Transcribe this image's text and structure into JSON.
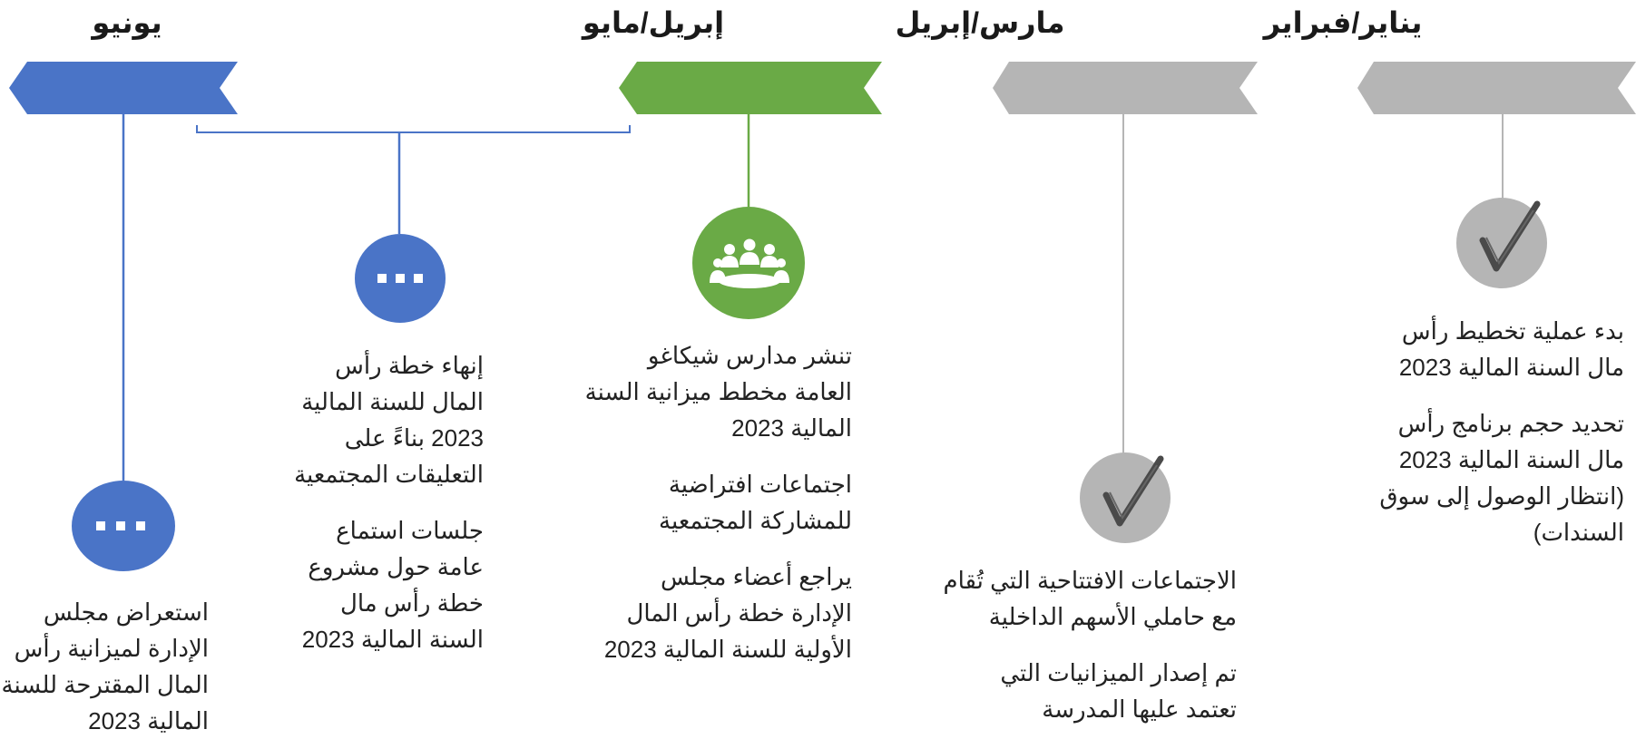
{
  "colors": {
    "gray": "#b5b5b5",
    "green": "#6aaa46",
    "blue": "#4a74c7",
    "check": "#4a4a4a"
  },
  "columns": [
    {
      "title": "يناير/فبراير",
      "color": "gray",
      "icon": "checkmark-icon",
      "items": [
        "بدء عملية تخطيط رأس\nمال السنة المالية 2023",
        "تحديد حجم برنامج رأس\nمال السنة المالية 2023\n(انتظار الوصول إلى سوق\nالسندات)"
      ]
    },
    {
      "title": "مارس/إبريل",
      "color": "gray",
      "icon": "checkmark-icon",
      "items": [
        "الاجتماعات الافتتاحية التي تُقام\nمع حاملي الأسهم الداخلية",
        "تم إصدار الميزانيات التي\nتعتمد عليها المدرسة"
      ]
    },
    {
      "title": "إبريل/مايو",
      "color": "green",
      "icon": "people-meeting-icon",
      "items": [
        "تنشر مدارس شيكاغو\nالعامة مخطط ميزانية السنة\nالمالية 2023",
        "اجتماعات افتراضية\nللمشاركة المجتمعية",
        "يراجع أعضاء مجلس\nالإدارة خطة رأس المال\nالأولية للسنة المالية 2023"
      ]
    },
    {
      "title": "",
      "color": "blue",
      "icon": "ellipsis-icon",
      "items": [
        "إنهاء خطة رأس\nالمال للسنة المالية\n2023 بناءً على\nالتعليقات المجتمعية",
        "جلسات استماع\nعامة حول مشروع\nخطة رأس مال\nالسنة المالية 2023"
      ]
    },
    {
      "title": "يونيو",
      "color": "blue",
      "icon": "ellipsis-icon",
      "items": [
        "استعراض مجلس\nالإدارة لميزانية رأس\nالمال المقترحة للسنة\nالمالية 2023"
      ]
    }
  ]
}
